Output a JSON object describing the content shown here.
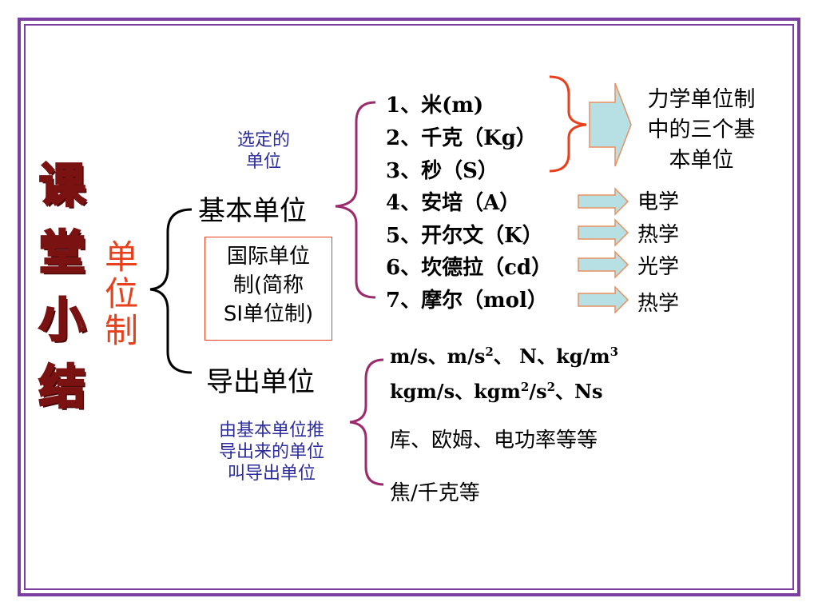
{
  "title_chars": [
    "课",
    "堂",
    "小",
    "结"
  ],
  "root_chars": [
    "单",
    "位",
    "制"
  ],
  "basic_unit": "基本单位",
  "derived_unit": "导出单位",
  "selected_note_line1": "选定的",
  "selected_note_line2": "单位",
  "si_box": [
    "国际单位",
    "制(简称",
    "SI单位制)"
  ],
  "derived_note": [
    "由基本单位推",
    "导出来的单位",
    "叫导出单位"
  ],
  "base_units": [
    "1、米(m)",
    "2、千克（Kg）",
    "3、秒（S）",
    "4、安培（A）",
    "5、开尔文（K）",
    "6、坎德拉（cd）",
    "7、摩尔（mol）"
  ],
  "mechanics_note": [
    "力学单位制",
    "中的三个基",
    "本单位"
  ],
  "subjects": [
    "电学",
    "热学",
    "光学",
    "热学"
  ],
  "derived_line1": {
    "a": "m/s、m/s",
    "a_sup": "2",
    "b": "、 N、kg/m",
    "b_sup": "3"
  },
  "derived_line2": {
    "a": "kgm/s、kgm",
    "a_sup": "2",
    "b": "/s",
    "b_sup": "2",
    "c": "、Ns"
  },
  "derived_line3": "库、欧姆、电功率等等",
  "derived_line4": "焦/千克等",
  "colors": {
    "frame": "#7a3fa0",
    "root": "#e8401c",
    "note": "#2c2c9c",
    "brace_purple": "#9b2b6a",
    "brace_red": "#e8401c",
    "arrow_fill": "#b7e0e4",
    "arrow_stroke": "#e89060"
  }
}
